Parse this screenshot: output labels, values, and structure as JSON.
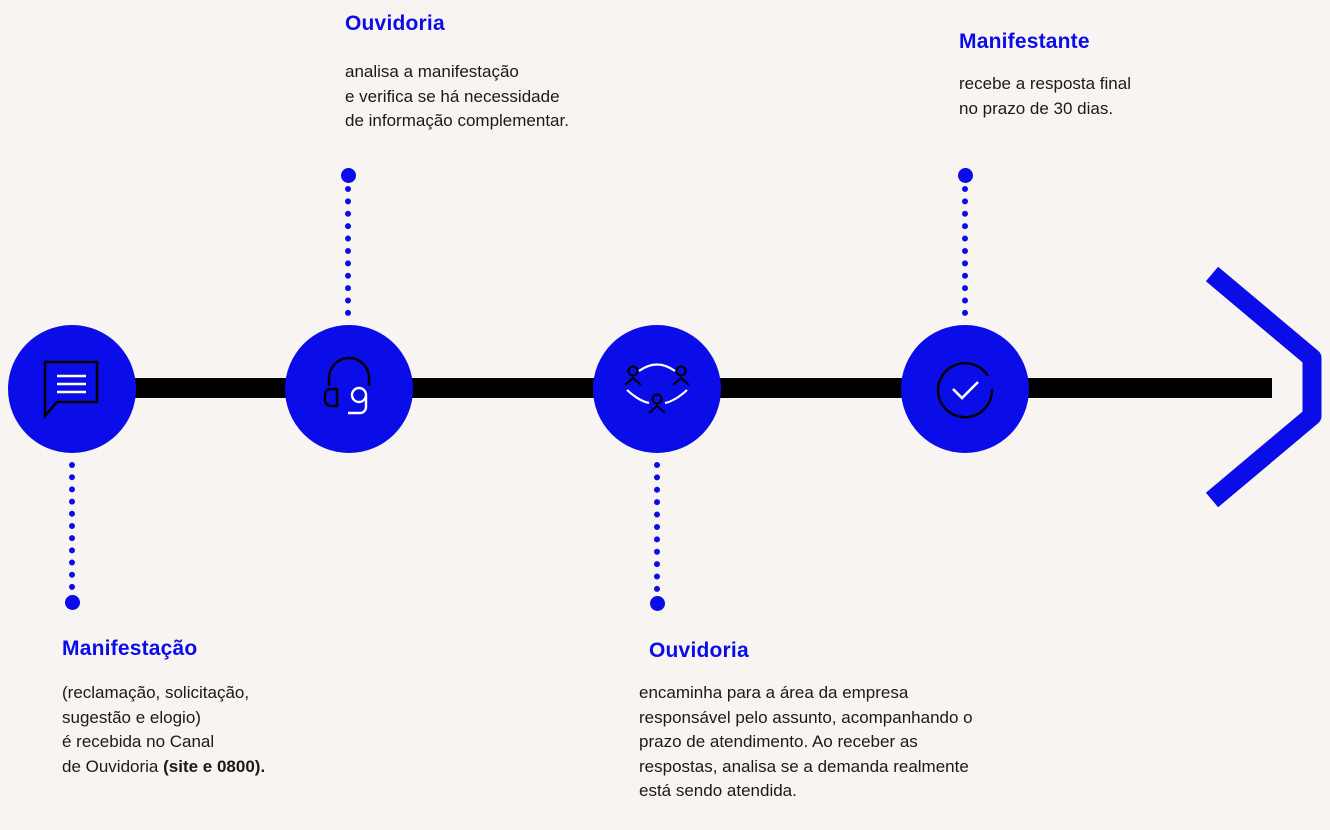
{
  "colors": {
    "accent": "#0B0DE8",
    "bar": "#000000",
    "background": "#F8F4F1"
  },
  "steps": [
    {
      "title": "Manifestação",
      "icon": "chat-message-icon",
      "lines": [
        "(reclamação, solicitação,",
        "sugestão e elogio)",
        "é recebida no Canal"
      ],
      "last_line_prefix": "de Ouvidoria ",
      "last_line_bold": "(site e 0800)."
    },
    {
      "title": "Ouvidoria",
      "icon": "headset-icon",
      "lines": [
        "analisa a manifestação",
        "e verifica se há necessidade",
        "de informação complementar."
      ]
    },
    {
      "title": "Ouvidoria",
      "icon": "people-network-icon",
      "lines": [
        "encaminha para a área da empresa",
        "responsável pelo assunto, acompanhando o",
        "prazo de atendimento. Ao receber as",
        "respostas, analisa se a demanda realmente",
        "está sendo atendida."
      ]
    },
    {
      "title": "Manifestante",
      "icon": "check-circle-icon",
      "lines": [
        "recebe a resposta final",
        "no prazo de 30 dias."
      ]
    }
  ],
  "end_icon": "chevron-right-icon"
}
